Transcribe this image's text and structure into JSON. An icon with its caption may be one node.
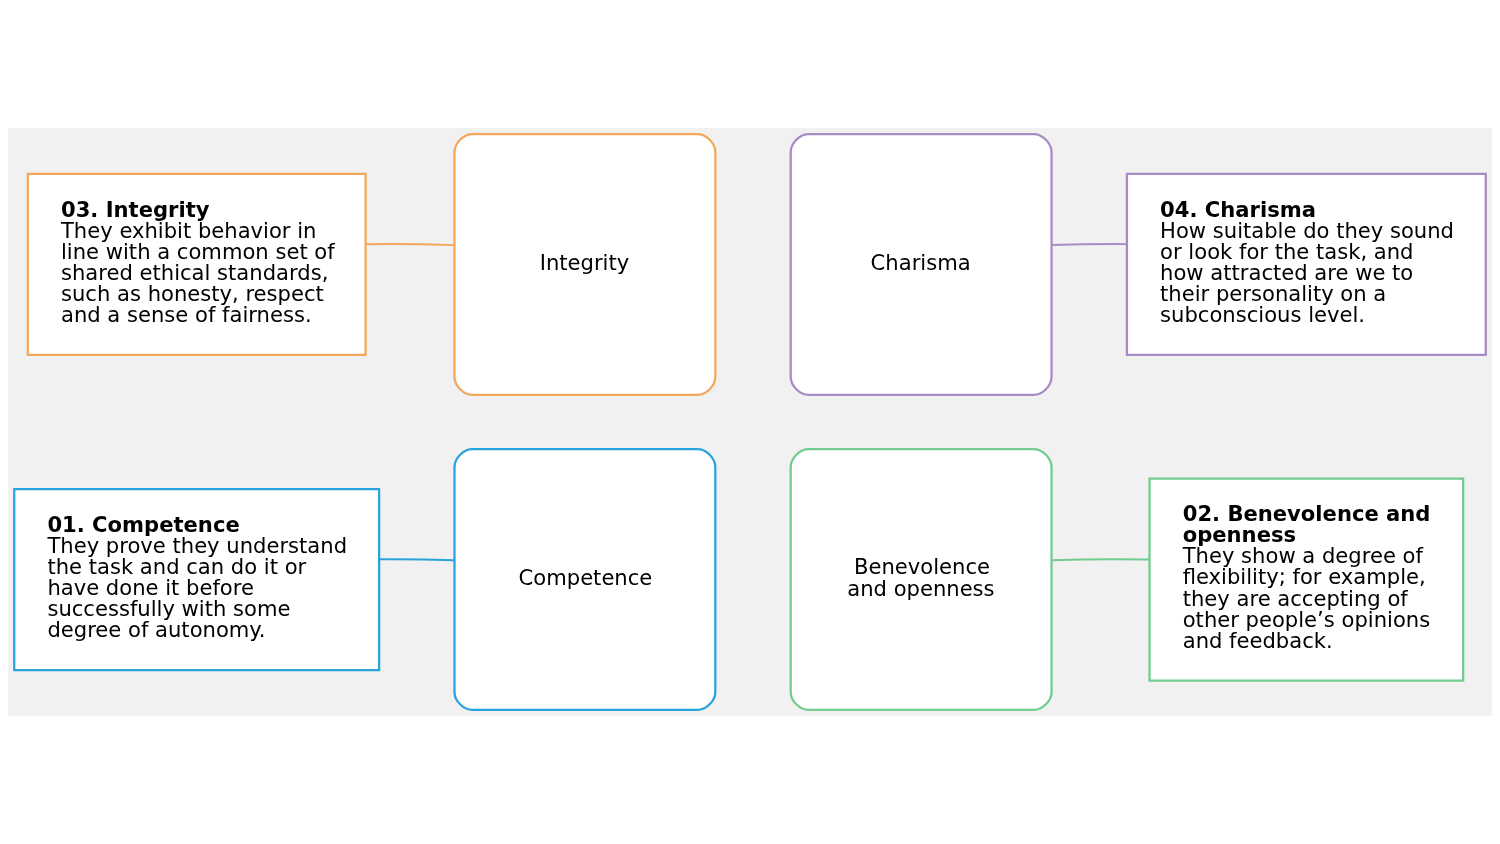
{
  "diagram": {
    "nodes": [
      {
        "text": [
          "01. Competence",
          "They prove they understand the task and can do it or have done it before successfully with some degree of autonomy."
        ]
      },
      {
        "text": [
          "02. Benevolence and openness",
          "They show a degree of flexibility; for example, they are accepting of other people’s opinions and feedback."
        ]
      },
      {
        "text": [
          "Competence"
        ]
      },
      {
        "text": [
          "Benevolence and openness"
        ]
      },
      {
        "text": [
          "Integrity"
        ]
      },
      {
        "text": [
          "Charisma"
        ]
      },
      {
        "text": [
          "03. Integrity",
          "They exhibit behavior in line with a common set of shared ethical standards, such as honesty, respect and a sense of fairness."
        ]
      },
      {
        "text": [
          "04. Charisma",
          "How suitable do they sound or look for the task, and how attracted are we to their personality on a subconscious level."
        ]
      }
    ],
    "edges": [
      {
        "from": 0,
        "to": 2,
        "arrow": "none",
        "color": "#2aa3dc"
      },
      {
        "from": 1,
        "to": 3,
        "arrow": "none",
        "color": "#72cc8e"
      },
      {
        "from": 6,
        "to": 4,
        "arrow": "none",
        "color": "#f4a75c"
      },
      {
        "from": 7,
        "to": 5,
        "arrow": "none",
        "color": "#a88bc6"
      }
    ]
  }
}
